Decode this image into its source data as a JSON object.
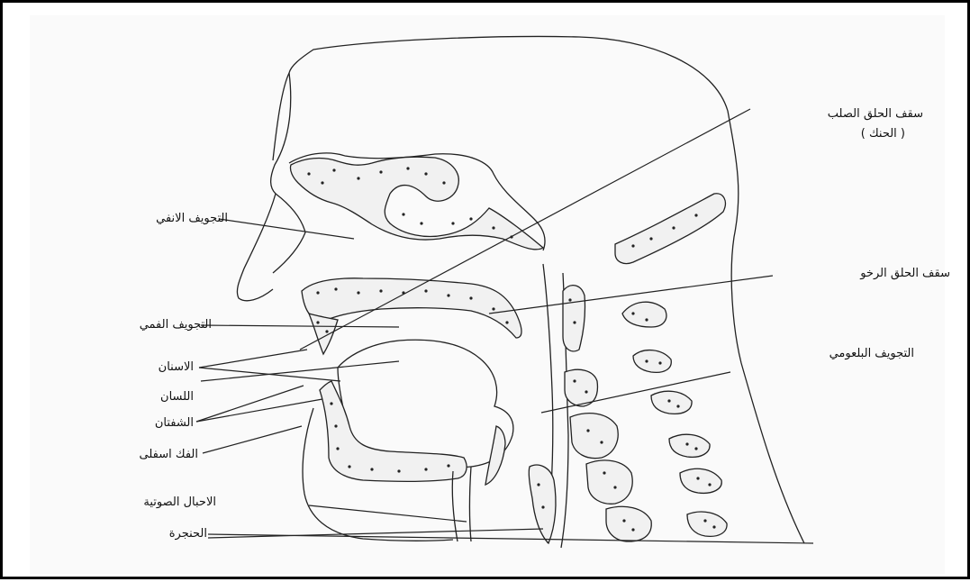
{
  "diagram": {
    "labels": {
      "soft_palate": "سقف الحلق الصلب",
      "soft_palate_sub": "( الحنك )",
      "nasal_cavity": "التجويف الانفي",
      "soft_palate_back": "سقف الحلق الرخو",
      "oral_cavity": "التجويف الفمي",
      "pharyngeal_cavity": "التجويف البلعومي",
      "teeth": "الاسنان",
      "tongue": "اللسان",
      "lips": "الشفتان",
      "lower_jaw": "الفك اسفلى",
      "vocal_cords": "الاحبال الصوتية",
      "larynx": "الحنجرة"
    }
  }
}
